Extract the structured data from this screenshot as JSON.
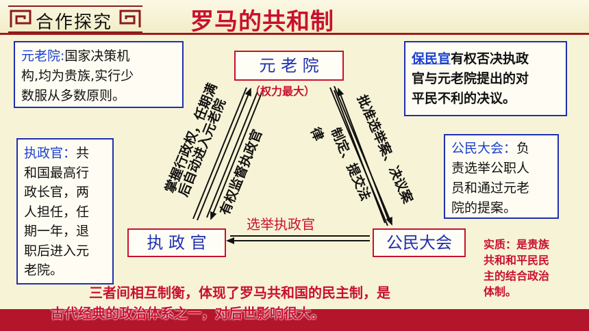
{
  "header": {
    "badge": "合作探究",
    "title": "罗马的共和制"
  },
  "senate_box": {
    "label": "元老院:",
    "line1": "国家决策机",
    "line2": "构,均为贵族,实行少",
    "line3": "数服从多数原则。"
  },
  "tribune_box": {
    "label": "保民官",
    "line1": "有权否决执政",
    "line2": "官与元老院提出的对",
    "line3": "平民不利的决议。"
  },
  "consul_box": {
    "label": "执政官：",
    "first": "共",
    "lines": [
      "和国最高行",
      "政长官，两",
      "人担任，任",
      "期一年，退",
      "职后进入元",
      "老院。"
    ]
  },
  "assembly_box": {
    "label": "公民大会：",
    "first": "负",
    "lines": [
      "责选举公职人",
      "员和通过元老",
      "院的提案。"
    ]
  },
  "nodes": {
    "senate": "元 老 院",
    "senate_note": "（权力最大）",
    "consul": "执 政 官",
    "assembly": "公民大会"
  },
  "edges": {
    "left_outer_1": "掌握行政权，任期满",
    "left_outer_2": "后自动进入元老院",
    "left_inner": "有权监督执政官",
    "right_outer": "批准选举案、决议案",
    "right_inner_1": "制定、提交法",
    "right_inner_2": "律",
    "bottom": "选举执政官"
  },
  "essence": {
    "line1": "实质：是贵族",
    "line2": "共和和平民民",
    "line3": "主的结合政治",
    "line4": "体制。"
  },
  "summary": {
    "line1": "三者间相互制衡，体现了罗马共和国的民主制，是",
    "line2": "古代经典的政治体系之一，对后世影响很大。"
  },
  "colors": {
    "accent_red": "#c8102e",
    "box_blue": "#1f2fb0",
    "band_red": "#b3152b",
    "background": "#f7f3d6"
  }
}
